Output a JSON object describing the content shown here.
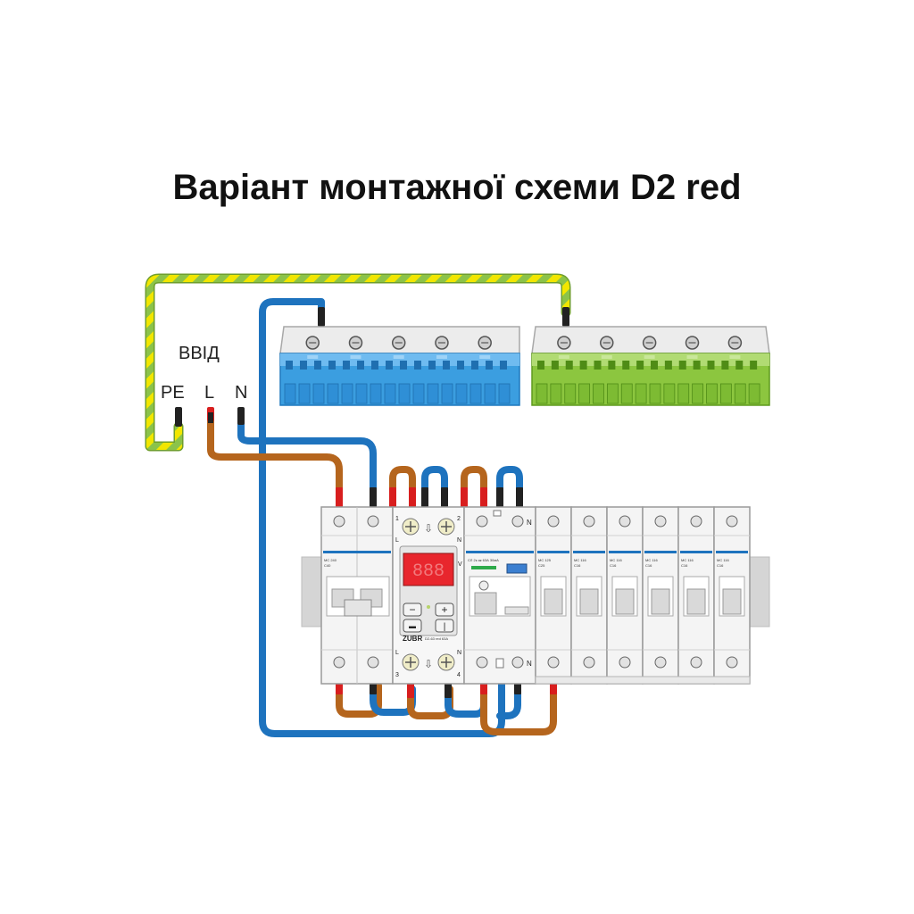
{
  "title": "Варіант монтажної схеми D2 red",
  "input": {
    "label": "ВВІД",
    "terminals": [
      "PE",
      "L",
      "N"
    ]
  },
  "relay": {
    "brand": "ZUBR",
    "model": "D2-63 red 63A",
    "top_terminals": [
      "1",
      "2"
    ],
    "bottom_terminals": [
      "3",
      "4"
    ],
    "top_side_labels": [
      "L",
      "N"
    ],
    "bottom_side_labels": [
      "L",
      "N"
    ],
    "voltage_label": "V",
    "minus": "−",
    "plus": "+",
    "btn_lock": "▬",
    "btn_menu": "|"
  },
  "breakers": {
    "main": [
      "MC 240",
      "C40"
    ],
    "rcd": "СЛ 2к ак 63А 30мА",
    "rcd_n": "N",
    "b25": [
      "MC 125",
      "C25"
    ],
    "b16": [
      "MC 116",
      "C16"
    ]
  },
  "colors": {
    "phase": "#b5651d",
    "neutral": "#1e73be",
    "earth_green": "#8bc34a",
    "earth_yellow": "#f2e600",
    "busbar_blue": "#3b9ee0",
    "busbar_green": "#8cc63f",
    "display": "#e8262d"
  }
}
